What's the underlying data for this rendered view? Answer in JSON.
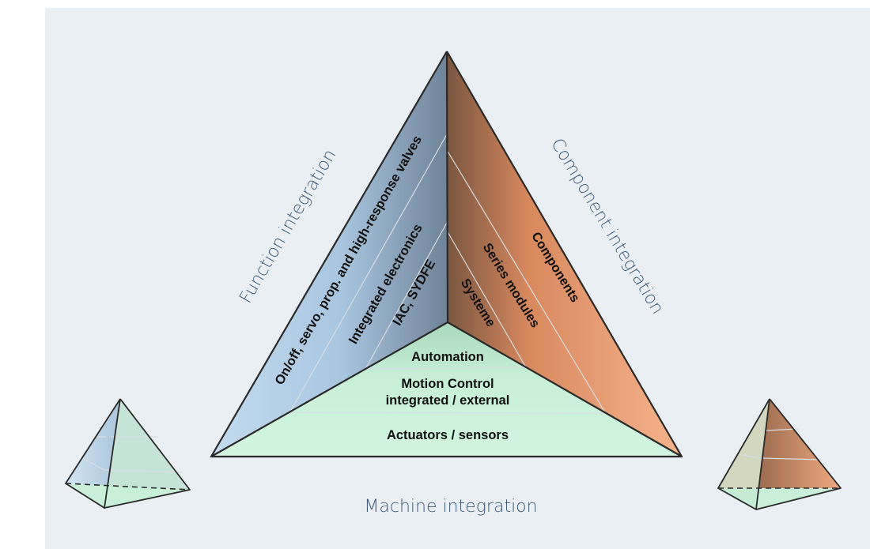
{
  "axes": {
    "function": "Function integration",
    "component": "Component integration",
    "machine": "Machine integration"
  },
  "left_face": {
    "outer": "On/off, servo, prop. and high-response valves",
    "middle": "Integrated electronics",
    "inner": "IAC, SYDFE"
  },
  "right_face": {
    "outer": "Components",
    "middle": "Series modules",
    "inner": "Systeme"
  },
  "bottom_face": {
    "top": "Automation",
    "middle_line1": "Motion Control",
    "middle_line2": "integrated / external",
    "bottom": "Actuators / sensors"
  },
  "colors": {
    "panel_background": "#e9eff2",
    "function_face": "#bcd6ea",
    "component_face": "#f0a376",
    "machine_face": "#c8f0d8",
    "axis_text": "#3d5a78"
  }
}
